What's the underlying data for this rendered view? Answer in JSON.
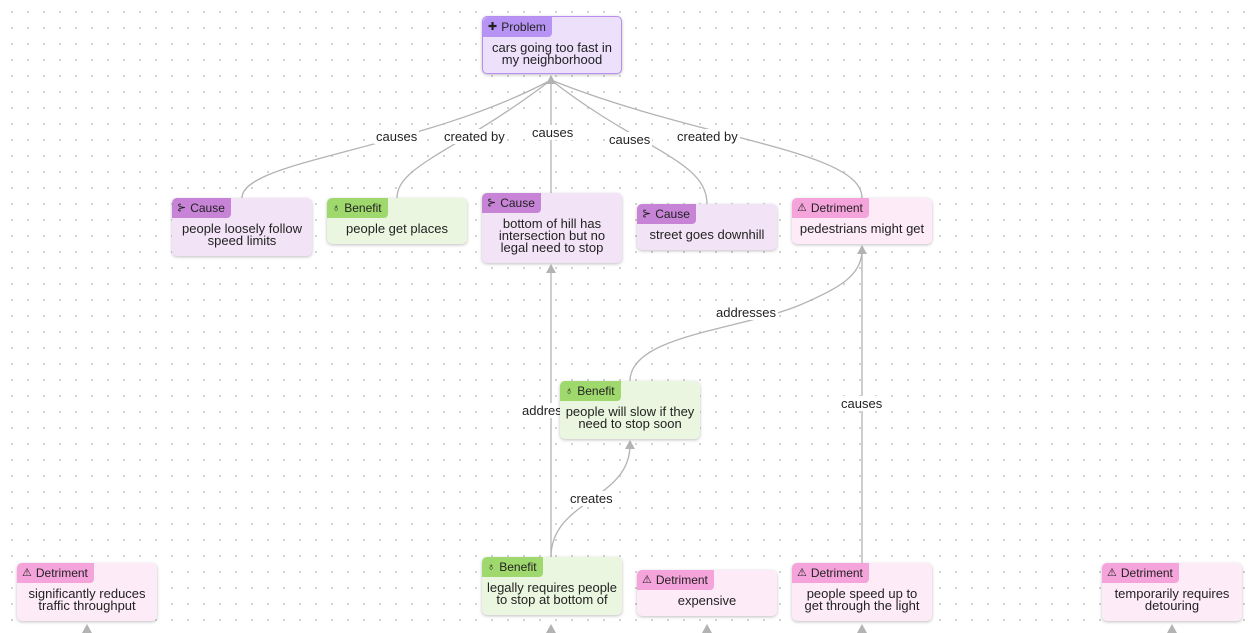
{
  "nodes": {
    "problem": {
      "type": "Problem",
      "text": "cars going too fast in my neighborhood",
      "icon": "puzzle-icon"
    },
    "cause_speed": {
      "type": "Cause",
      "text": "people loosely follow speed limits",
      "icon": "branch-icon"
    },
    "benefit_places": {
      "type": "Benefit",
      "text": "people get places",
      "icon": "thumb-up-icon"
    },
    "cause_hill": {
      "type": "Cause",
      "text": "bottom of hill has intersection but no legal need to stop",
      "icon": "branch-icon"
    },
    "cause_downhill": {
      "type": "Cause",
      "text": "street goes downhill",
      "icon": "branch-icon"
    },
    "detriment_pedestrians": {
      "type": "Detriment",
      "text": "pedestrians might get",
      "icon": "warning-icon"
    },
    "benefit_slow": {
      "type": "Benefit",
      "text": "people will slow if they need to stop soon",
      "icon": "thumb-up-icon"
    },
    "detriment_throughput": {
      "type": "Detriment",
      "text": "significantly reduces traffic throughput",
      "icon": "warning-icon"
    },
    "benefit_legally": {
      "type": "Benefit",
      "text": "legally requires people to stop at bottom of",
      "icon": "thumb-up-icon"
    },
    "detriment_expensive": {
      "type": "Detriment",
      "text": "expensive",
      "icon": "warning-icon"
    },
    "detriment_speedup": {
      "type": "Detriment",
      "text": "people speed up to get through the light",
      "icon": "warning-icon"
    },
    "detriment_detour": {
      "type": "Detriment",
      "text": "temporarily requires detouring",
      "icon": "warning-icon"
    }
  },
  "edge_labels": {
    "causes_1": "causes",
    "created_by_1": "created by",
    "causes_2": "causes",
    "causes_3": "causes",
    "created_by_2": "created by",
    "addresses_1": "addresses",
    "addresses_2": "addres",
    "creates": "creates",
    "causes_4": "causes"
  },
  "colors": {
    "problem": "#b794f4",
    "cause": "#c784d6",
    "benefit": "#9fd96d",
    "detriment": "#f5a3db",
    "edge": "#b3b3b3"
  }
}
